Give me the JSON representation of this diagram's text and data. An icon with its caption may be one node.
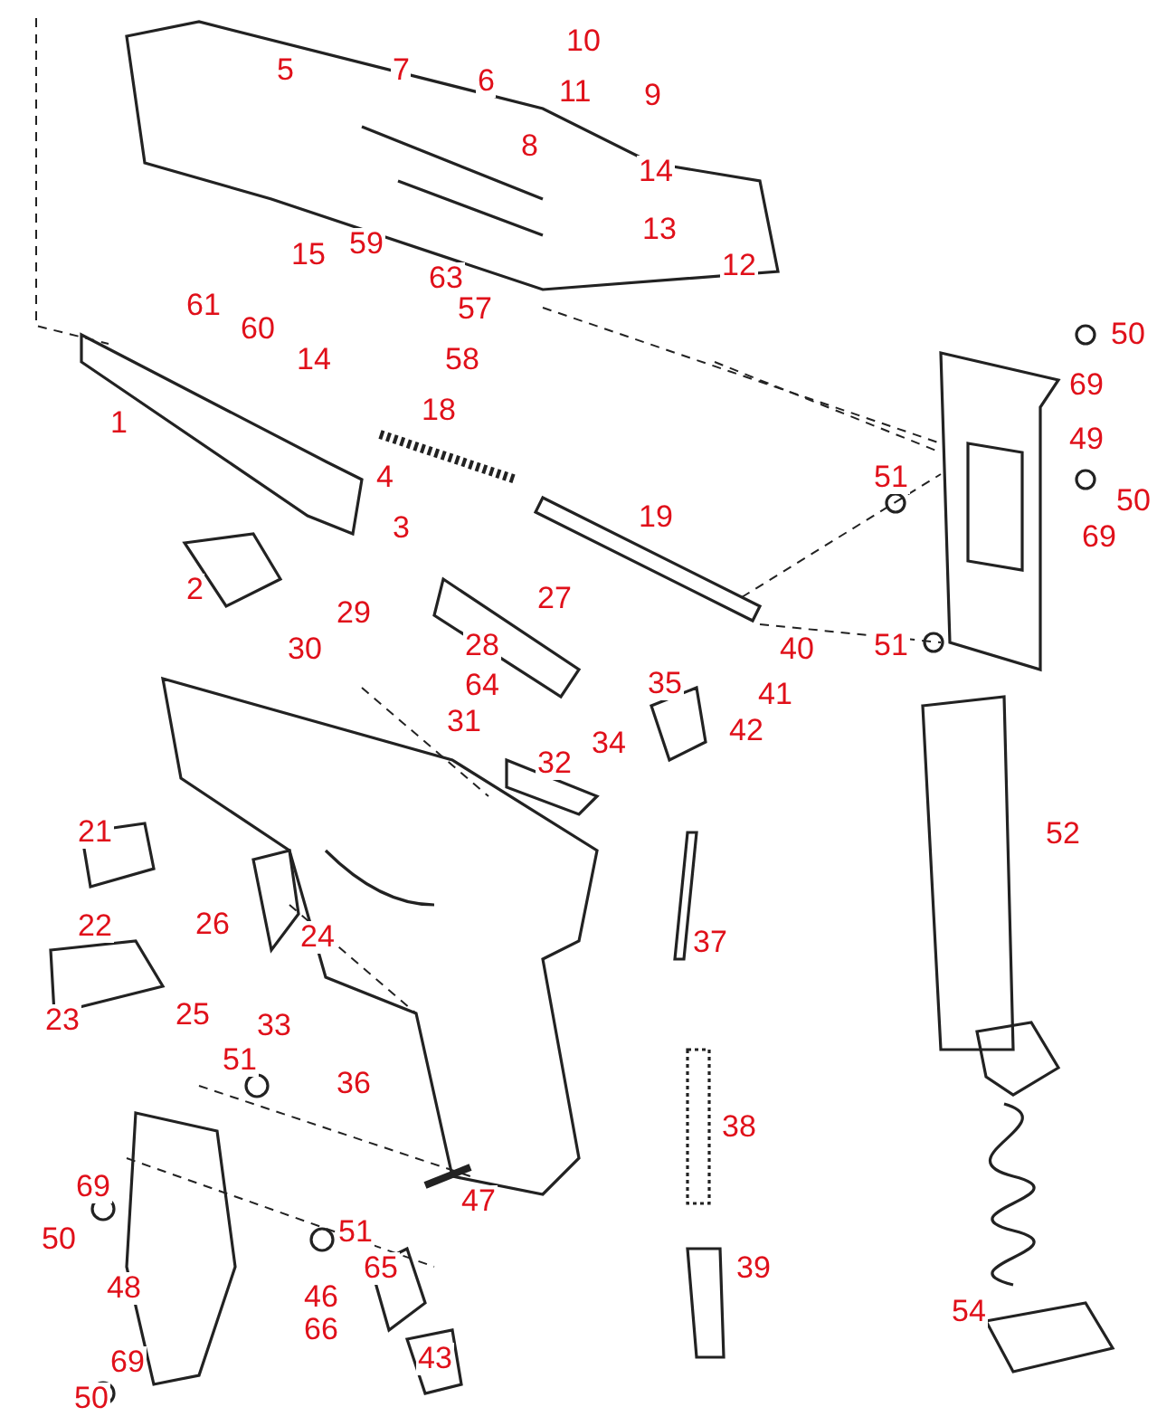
{
  "diagram": {
    "labels": [
      "10",
      "5",
      "7",
      "6",
      "11",
      "9",
      "8",
      "14",
      "13",
      "15",
      "59",
      "63",
      "12",
      "61",
      "60",
      "57",
      "14",
      "58",
      "50",
      "69",
      "18",
      "1",
      "4",
      "49",
      "51",
      "50",
      "3",
      "69",
      "19",
      "2",
      "29",
      "27",
      "30",
      "28",
      "40",
      "35",
      "51",
      "64",
      "41",
      "52",
      "31",
      "42",
      "34",
      "32",
      "21",
      "22",
      "26",
      "24",
      "37",
      "23",
      "25",
      "33",
      "51",
      "36",
      "38",
      "69",
      "47",
      "50",
      "51",
      "65",
      "48",
      "46",
      "39",
      "66",
      "43",
      "54",
      "69",
      "50"
    ]
  }
}
